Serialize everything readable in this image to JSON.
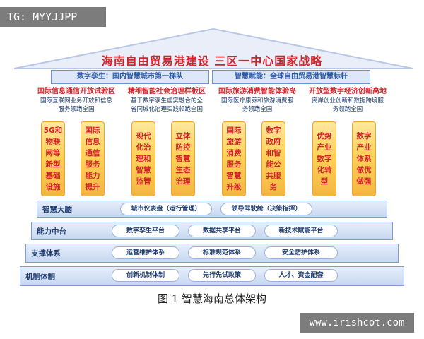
{
  "watermark_top_left": "TG: MYYJJPP",
  "watermark_bottom_right": "www.irishcot.com",
  "roof_title": "海南自由贸易港建设  三区一中心国家战略",
  "banners": [
    {
      "label": "数字孪生：国内智慧城市第一梯队"
    },
    {
      "label": "智慧赋能：全球自由贸易港智慧标杆"
    }
  ],
  "columns": [
    {
      "title": "国际信息通信开放试验区",
      "subtitle": [
        "国际互联网业务开放和信息",
        "服务领跑全国"
      ],
      "pillars": [
        [
          "5G和",
          "物联",
          "网等",
          "新型",
          "基础",
          "设施"
        ],
        [
          "国际",
          "信息",
          "通信",
          "服务",
          "能力",
          "提升"
        ]
      ]
    },
    {
      "title": "精细智能社会治理样板区",
      "subtitle": [
        "基于数字孪生虚实融合的全",
        "省同城化治理实践领跑全国"
      ],
      "pillars": [
        [
          "现代",
          "化治",
          "理和",
          "智慧",
          "监管"
        ],
        [
          "立体",
          "防控",
          "智慧",
          "生态",
          "治理"
        ]
      ]
    },
    {
      "title": "国际旅游消费智能体验岛",
      "subtitle": [
        "国际医疗康养和旅游消费服",
        "务领跑全国"
      ],
      "pillars": [
        [
          "国际",
          "旅游",
          "消费",
          "服务",
          "智慧",
          "升级"
        ],
        [
          "数字",
          "政府",
          "和智",
          "能公",
          "共服",
          "务"
        ]
      ]
    },
    {
      "title": "开放型数字经济创新高地",
      "subtitle": [
        "离岸创业创新和数据跨境服",
        "务领跑全国"
      ],
      "pillars": [
        [
          "优势",
          "产业",
          "数字",
          "化转",
          "型"
        ],
        [
          "数字",
          "产业",
          "体系",
          "做优",
          "做强"
        ]
      ]
    }
  ],
  "layers": [
    {
      "label": "智慧大脑",
      "items": [
        "城市仪表盘（运行管理）",
        "领导驾驶舱（决策指挥）"
      ]
    },
    {
      "label": "能力中台",
      "items": [
        "数字孪生平台",
        "数据共享平台",
        "新技术赋能平台"
      ]
    },
    {
      "label": "支撑体系",
      "items": [
        "运营维护体系",
        "标准规范体系",
        "安全防护体系"
      ]
    },
    {
      "label": "机制体制",
      "items": [
        "创新机制体制",
        "先行先试政策",
        "人才、资金配套"
      ]
    }
  ],
  "caption": "图 1  智慧海南总体架构",
  "colors": {
    "roof_fill": "#e9eef8",
    "accent_red": "#d1242a",
    "text_blue": "#1f3c6e",
    "pillar_gold": "#ffd25a",
    "layer_blue": "#c7d7f0"
  }
}
